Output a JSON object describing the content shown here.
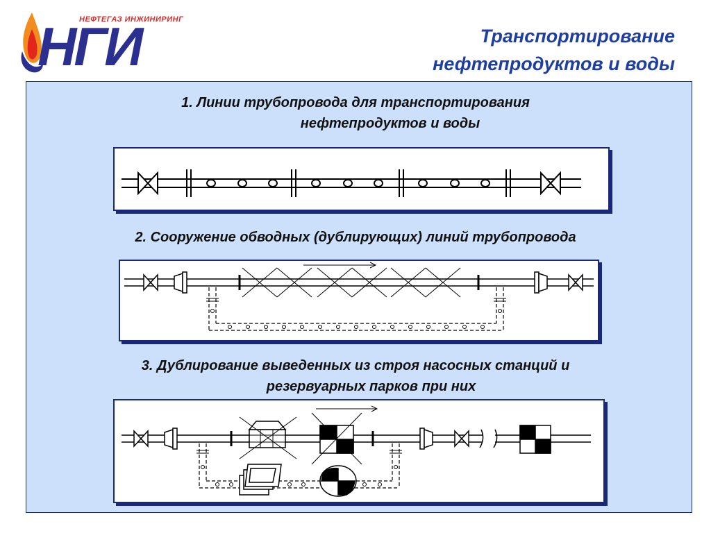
{
  "logo": {
    "brand": "НЕФТЕГАЗ ИНЖИНИРИНГ",
    "initials": "НГИ"
  },
  "title": {
    "line1": "Транспортирование",
    "line2": "нефтепродуктов и воды"
  },
  "sections": [
    {
      "line1": "1. Линии трубопровода для транспортирования",
      "line2": "нефтепродуктов и воды"
    },
    {
      "line1": "2. Сооружение обводных (дублирующих) линий трубопровода"
    },
    {
      "line1": "3. Дублирование выведенных из строя насосных станций и",
      "line2": "резервуарных парков при них"
    }
  ],
  "colors": {
    "title": "#1f3fa0",
    "panel_bg": "#cce0fb",
    "diagram_border": "#1a2878",
    "logo_blue": "#2b2f8f",
    "logo_red": "#d62b2b"
  }
}
